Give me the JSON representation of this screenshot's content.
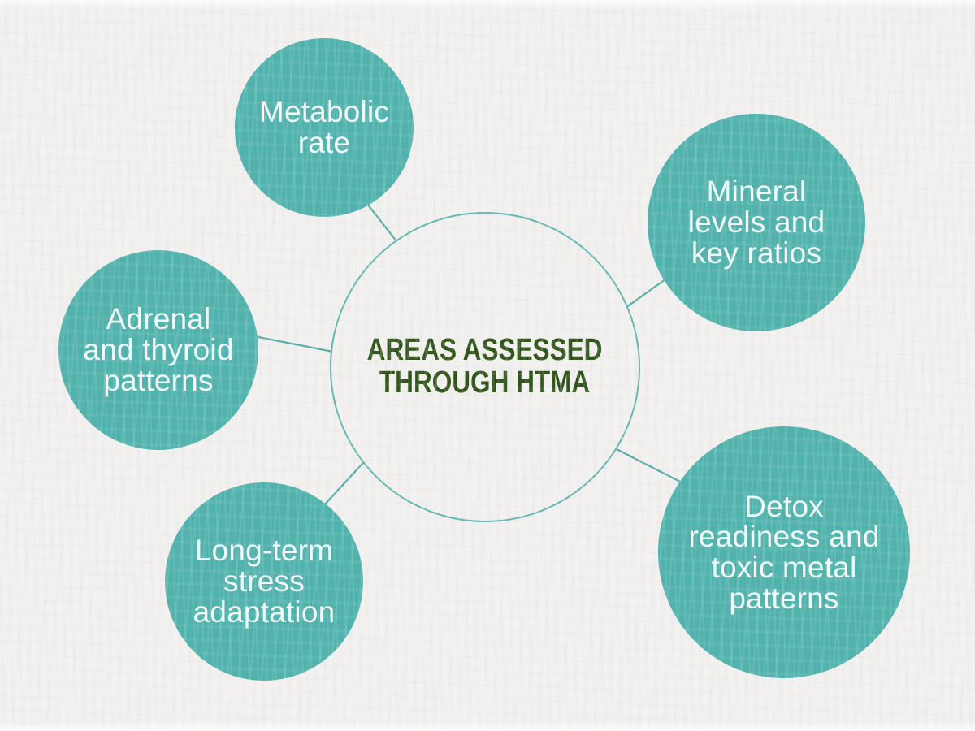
{
  "diagram": {
    "title": "AREAS ASSESSED\nTHROUGH HTMA",
    "nodes": [
      {
        "id": "metabolic-rate",
        "label": "Metabolic\nrate"
      },
      {
        "id": "mineral-levels",
        "label": "Mineral\nlevels and\nkey ratios"
      },
      {
        "id": "adrenal-thyroid",
        "label": "Adrenal\nand thyroid\npatterns"
      },
      {
        "id": "long-term-stress",
        "label": "Long-term\nstress\nadaptation"
      },
      {
        "id": "detox-readiness",
        "label": "Detox\nreadiness and\ntoxic metal\npatterns"
      }
    ],
    "colors": {
      "background": "#f1f0ee",
      "node_fill": "#50b2ad",
      "node_text": "#f1fbf9",
      "connector": "#55aaa6",
      "center_ring": "#60b6b1",
      "title_text": "#2e5318"
    }
  }
}
